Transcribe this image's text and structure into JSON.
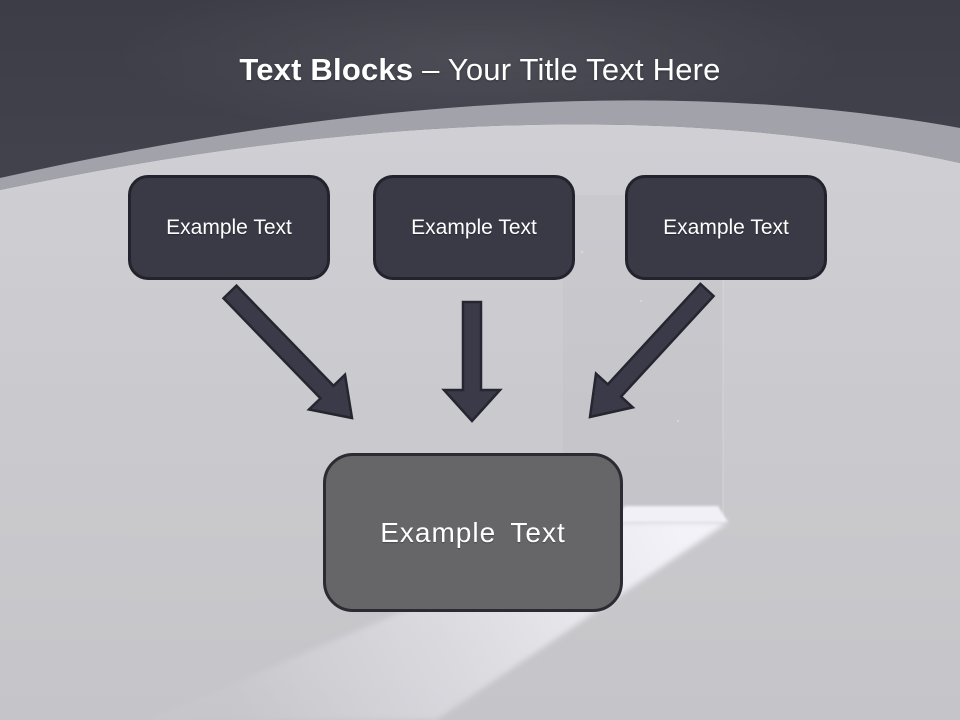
{
  "title": {
    "bold": "Text Blocks",
    "rest": " – Your Title Text Here"
  },
  "blocks": [
    {
      "label": "Example Text"
    },
    {
      "label": "Example Text"
    },
    {
      "label": "Example Text"
    }
  ],
  "result_block": {
    "label": "Example Text"
  },
  "arrows": [
    {
      "name": "arrow-from-block1",
      "direction": "down-right"
    },
    {
      "name": "arrow-from-block2",
      "direction": "down"
    },
    {
      "name": "arrow-from-block3",
      "direction": "down-left"
    }
  ],
  "colors": {
    "header_top": "#3d3d47",
    "header_bottom": "#5b5b67",
    "band": "#a2a2aa",
    "body_top": "#d5d5d8",
    "body_mid": "#cfcfd2",
    "body_bottom": "#c8c8cc",
    "block_fill": "#3a3a47",
    "block_border": "#23232d",
    "result_fill": "#666669",
    "result_border": "#2b2b33",
    "arrow_fill": "#3a3a48",
    "arrow_stroke": "#262630",
    "title_color": "#ffffff",
    "beam_light": "#f4f4fa"
  }
}
